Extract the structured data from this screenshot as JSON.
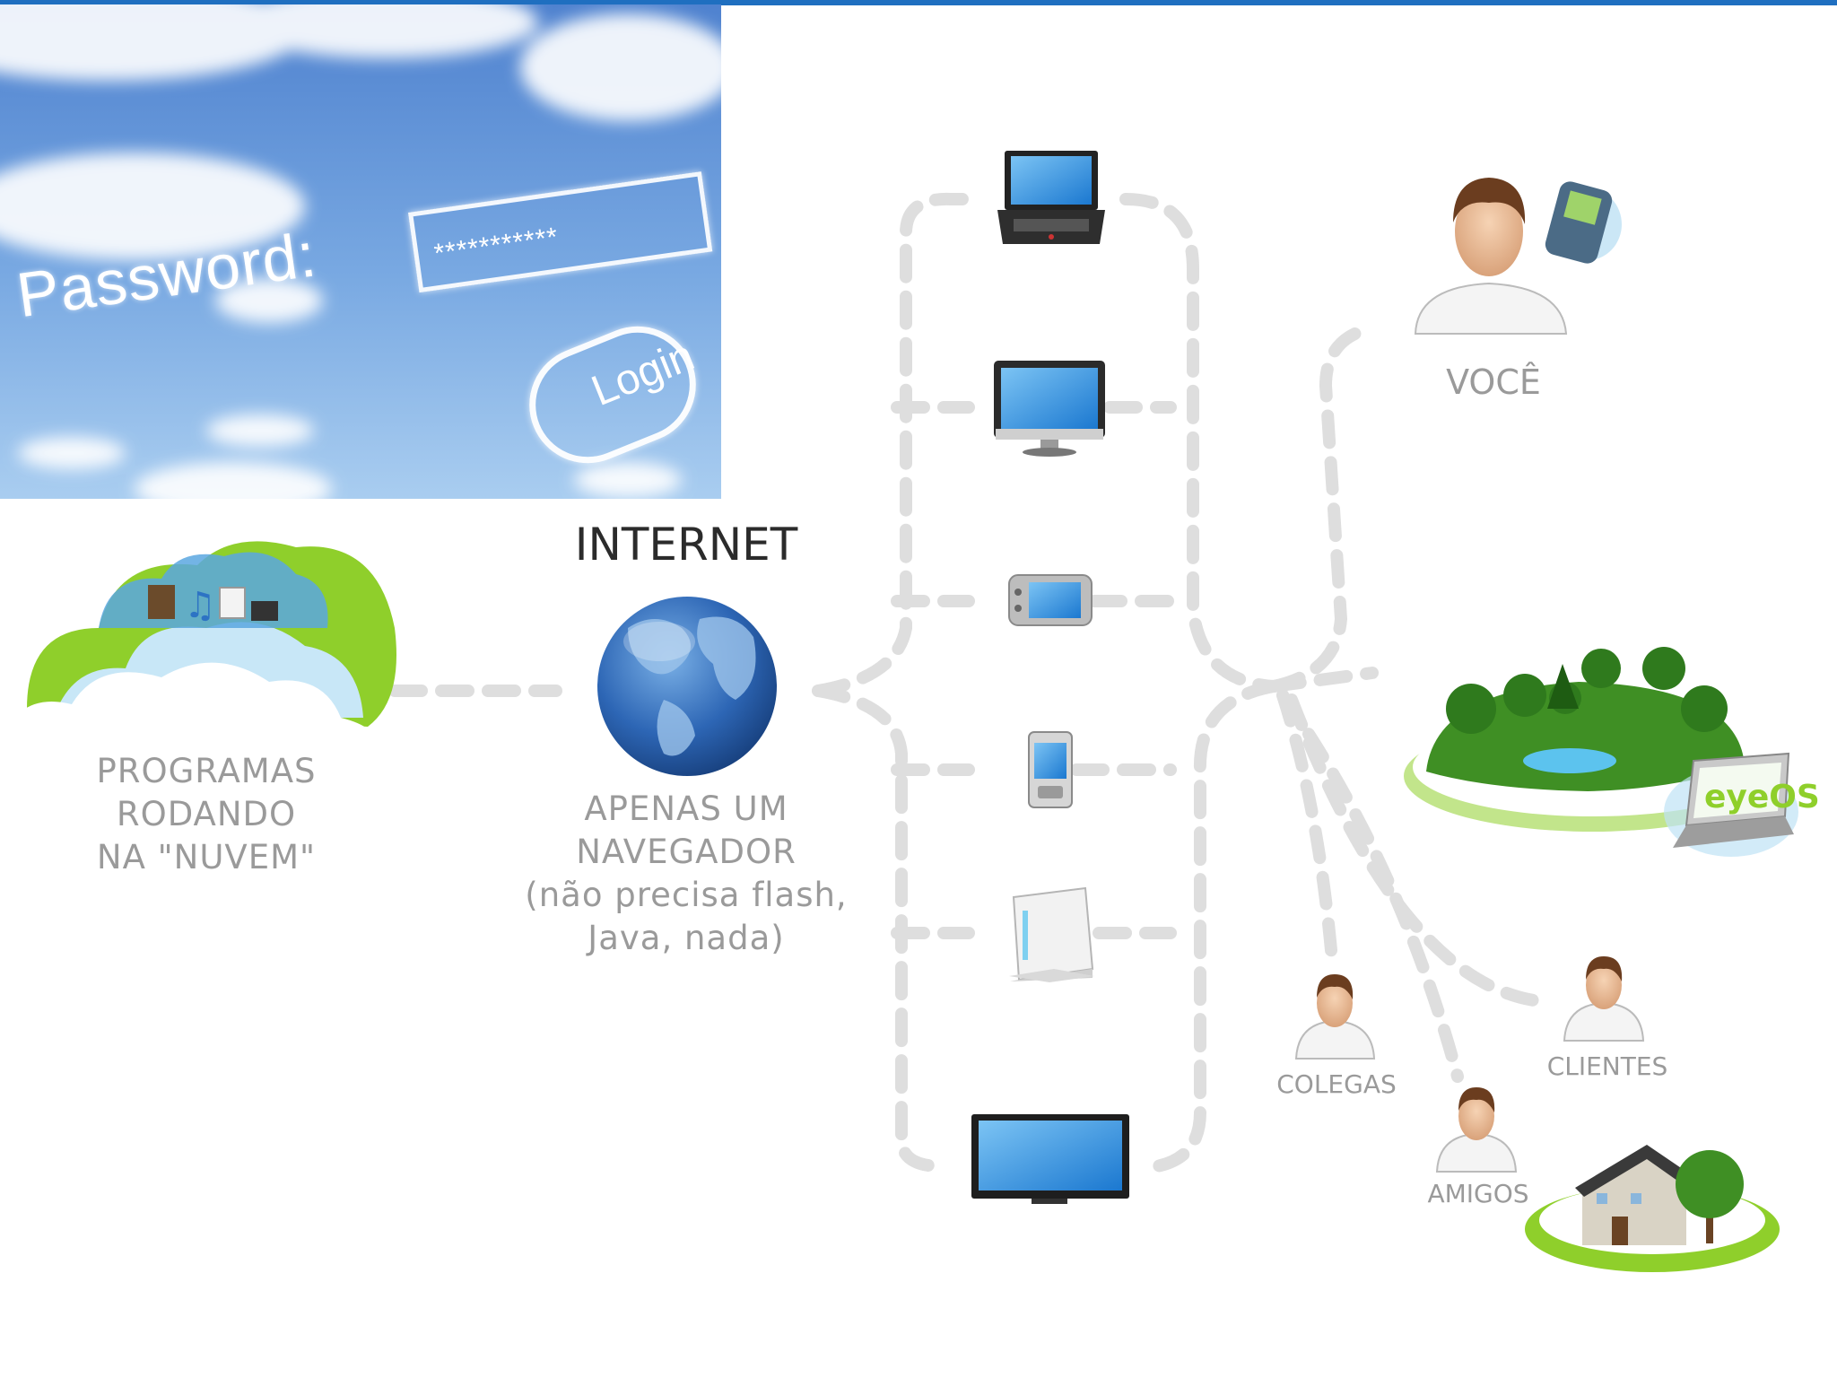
{
  "photo": {
    "password_label": "Password:",
    "password_mask": "***********",
    "login_label": "Login"
  },
  "diagram": {
    "internet_title": "INTERNET",
    "cloud_caption": [
      "PROGRAMAS",
      "RODANDO",
      "NA \"NUVEM\""
    ],
    "browser_caption": [
      "APENAS UM",
      "NAVEGADOR",
      "(não precisa flash,",
      "Java, nada)"
    ],
    "voce_label": "VOCÊ",
    "colegas_label": "COLEGAS",
    "clientes_label": "CLIENTES",
    "amigos_label": "AMIGOS",
    "devices": [
      "laptop-icon",
      "desktop-monitor-icon",
      "portable-media-player-icon",
      "smartphone-icon",
      "game-console-icon",
      "flat-tv-icon"
    ]
  },
  "colors": {
    "top_bar": "#1f6fc0",
    "connector": "#dedede",
    "label_gray": "#9a9a9a",
    "sky": "#5b8fd4",
    "green": "#8fcf2b"
  }
}
